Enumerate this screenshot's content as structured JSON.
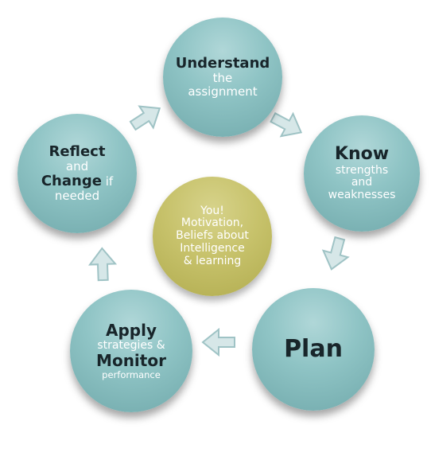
{
  "diagram": {
    "understand": {
      "line1": "Understand",
      "line2": "the",
      "line3": "assignment"
    },
    "know": {
      "line1": "Know",
      "line2": "strengths",
      "line3": "and",
      "line4": "weaknesses"
    },
    "plan": {
      "line1": "Plan"
    },
    "apply": {
      "line1": "Apply",
      "line2": "strategies &",
      "line3": "Monitor",
      "line4": "performance"
    },
    "reflect": {
      "line1": "Reflect",
      "line2": "and",
      "line3_bold": "Change",
      "line3_rest": " if",
      "line4": "needed"
    },
    "center": {
      "line1": "You!",
      "line2": "Motivation,",
      "line3": "Beliefs about",
      "line4": "Intelligence",
      "line5": "& learning"
    }
  },
  "colors": {
    "outer_circle": "#8fc4c5",
    "center_circle": "#c7c26b",
    "dark_text": "#18252a",
    "light_text": "#ffffff",
    "arrow_fill": "#d6e7e8",
    "arrow_edge": "#9fc3c5"
  }
}
